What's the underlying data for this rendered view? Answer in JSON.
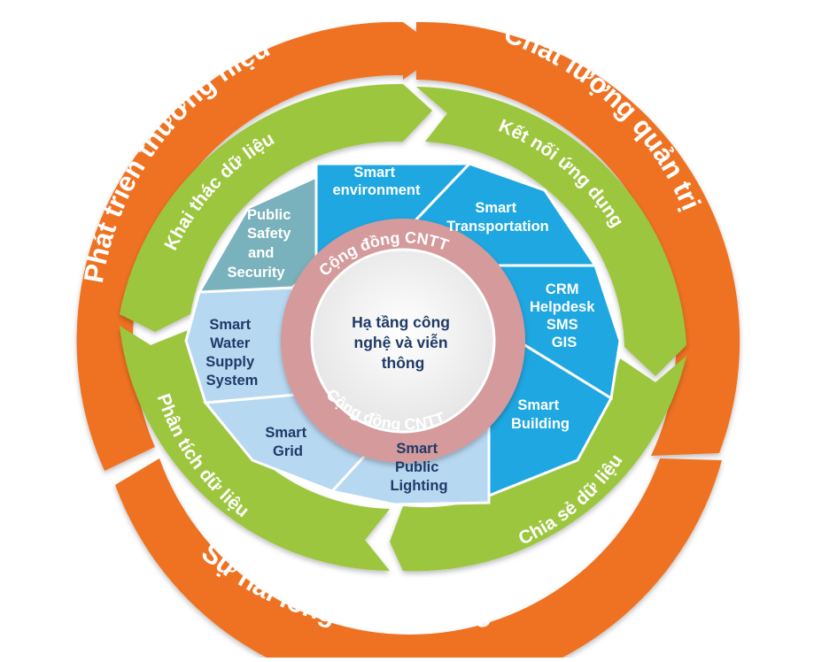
{
  "outer_ring": {
    "top_left": "Phát triển thương hiệu",
    "top_right": "Chất lượng quản trị",
    "bottom": "Sự hài lòng khách hàng"
  },
  "middle_ring": {
    "top_left": "Khai thác dữ liệu",
    "top_right": "Kết nối ứng dụng",
    "bottom_right": "Chia sẻ dữ liệu",
    "bottom_left": "Phân tích dữ liệu"
  },
  "segments": {
    "smart_environment": [
      "Smart",
      "environment"
    ],
    "smart_transportation": [
      "Smart",
      "Transportation"
    ],
    "crm_group": [
      "CRM",
      "Helpdesk",
      "SMS",
      "GIS"
    ],
    "smart_building": [
      "Smart",
      "Building"
    ],
    "smart_public_lighting": [
      "Smart",
      "Public",
      "Lighting"
    ],
    "smart_grid": [
      "Smart",
      "Grid"
    ],
    "smart_water": [
      "Smart",
      "Water",
      "Supply",
      "System"
    ],
    "public_safety": [
      "Public",
      "Safety",
      "and",
      "Security"
    ]
  },
  "community_ring": {
    "top": "Cộng đồng CNTT",
    "bottom": "Cộng đồng CNTT"
  },
  "core": [
    "Hạ tầng công",
    "nghệ và viễn",
    "thông"
  ],
  "colors": {
    "outer": "#ef7221",
    "middle": "#9bc63e",
    "blue_dark": "#1fa7e1",
    "blue_light": "#b7d8f1",
    "teal": "#79b2bc",
    "community": "#d49a9c",
    "core": "#eeeeee"
  }
}
